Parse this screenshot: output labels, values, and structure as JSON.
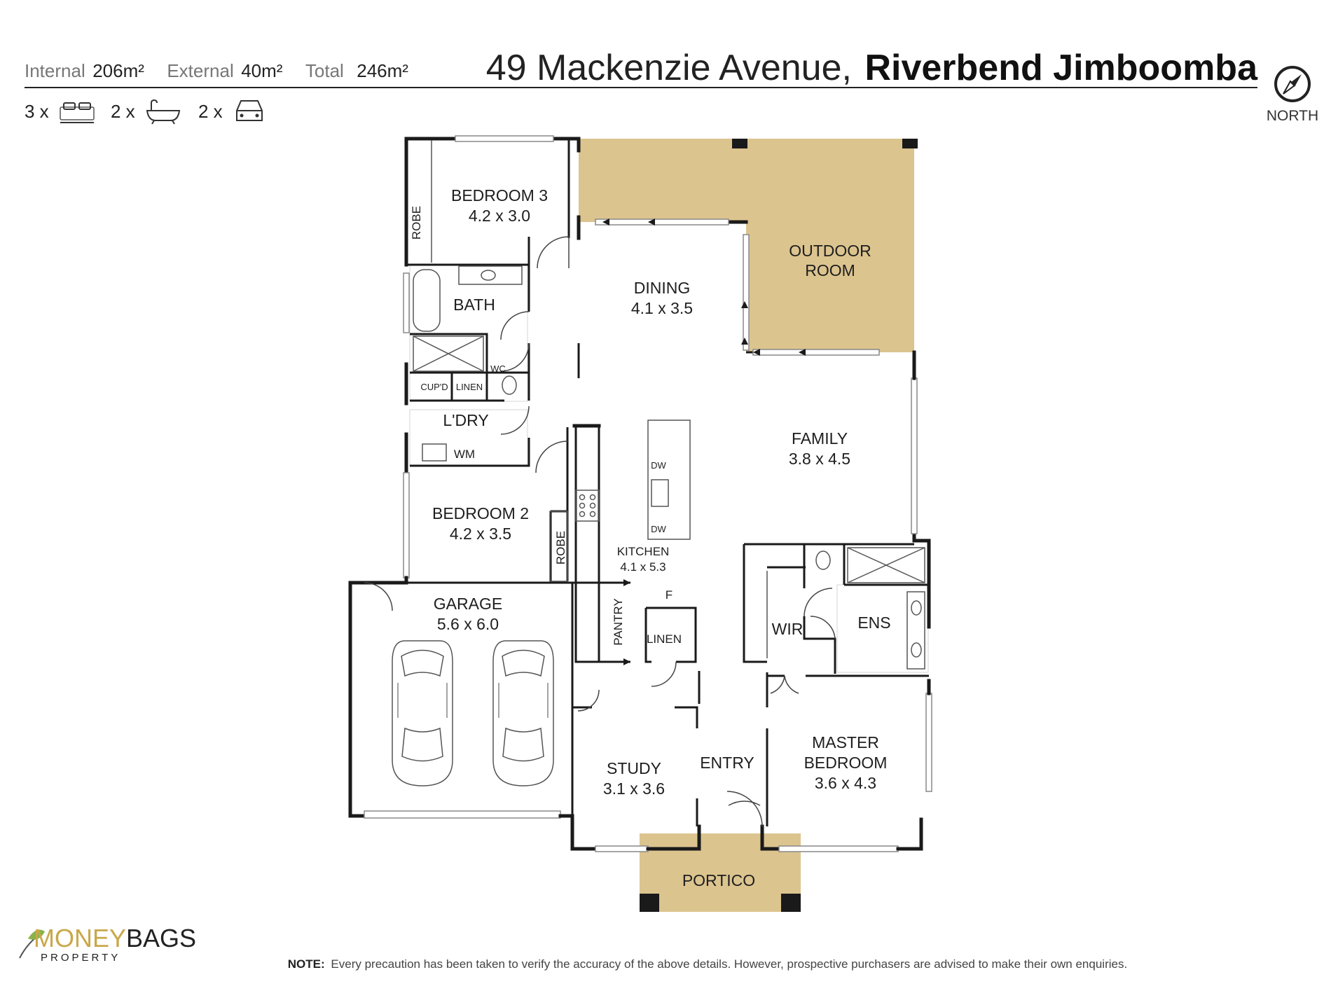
{
  "header": {
    "internal_label": "Internal",
    "internal_value": "206m²",
    "external_label": "External",
    "external_value": "40m²",
    "total_label": "Total",
    "total_value": "246m²",
    "address_street": "49 Mackenzie Avenue,",
    "address_suburb": "Riverbend Jimboomba",
    "north_label": "NORTH"
  },
  "counts": {
    "bedrooms": "3 x",
    "bathrooms": "2 x",
    "cars": "2 x"
  },
  "rooms": {
    "bedroom3_name": "BEDROOM 3",
    "bedroom3_size": "4.2 x 3.0",
    "robe1": "ROBE",
    "bath": "BATH",
    "wc": "WC",
    "cupd": "CUP'D",
    "linen1": "LINEN",
    "laundry": "L'DRY",
    "wm": "WM",
    "dining_name": "DINING",
    "dining_size": "4.1 x 3.5",
    "outdoor_name_1": "OUTDOOR",
    "outdoor_name_2": "ROOM",
    "family_name": "FAMILY",
    "family_size": "3.8 x 4.5",
    "dw1": "DW",
    "dw2": "DW",
    "bedroom2_name": "BEDROOM 2",
    "bedroom2_size": "4.2 x 3.5",
    "robe2": "ROBE",
    "kitchen_name": "KITCHEN",
    "kitchen_size": "4.1 x 5.3",
    "fridge": "F",
    "pantry": "PANTRY",
    "linen2": "LINEN",
    "garage_name": "GARAGE",
    "garage_size": "5.6 x 6.0",
    "wir": "WIR",
    "ens": "ENS",
    "study_name": "STUDY",
    "study_size": "3.1 x 3.6",
    "entry": "ENTRY",
    "master_name_1": "MASTER",
    "master_name_2": "BEDROOM",
    "master_size": "3.6 x 4.3",
    "portico": "PORTICO"
  },
  "footer": {
    "note_label": "NOTE:",
    "note_text": "Every precaution has been taken to verify the accuracy of the above details. However, prospective purchasers are advised to make their own enquiries.",
    "brand_money": "MONEY",
    "brand_bags": "BAGS",
    "brand_property": "PROPERTY"
  },
  "colors": {
    "outdoor_fill": "#dcc48f",
    "wall": "#1a1a1a",
    "brand_gold": "#c9a84a"
  }
}
